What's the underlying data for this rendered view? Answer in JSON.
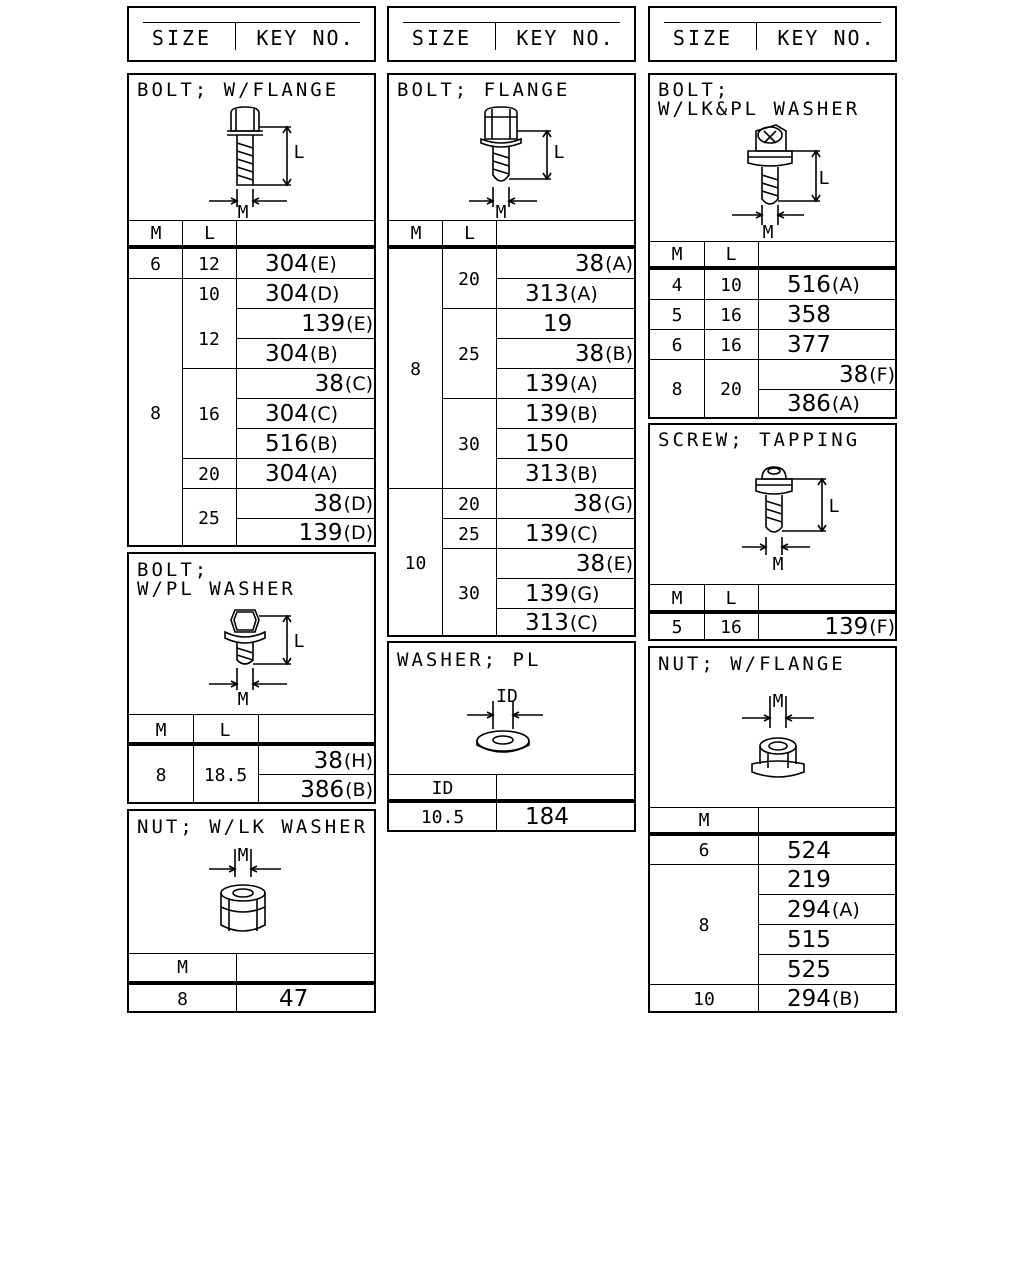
{
  "header": {
    "size_label": "SIZE",
    "key_label": "KEY NO."
  },
  "columns": {
    "m": "M",
    "l": "L",
    "id": "ID"
  },
  "figure_labels": {
    "l": "L",
    "m": "M",
    "id": "ID"
  },
  "parts": {
    "bolt_w_flange": {
      "title": "BOLT; W/FLANGE",
      "rows": [
        {
          "m": "6",
          "l": "12",
          "key": "304",
          "sfx": "(E)"
        },
        {
          "m": "8",
          "l": "10",
          "key": "304",
          "sfx": "(D)"
        },
        {
          "m": "8",
          "l": "12",
          "key": "139",
          "sfx": "(E)"
        },
        {
          "m": "8",
          "l": "12",
          "key": "304",
          "sfx": "(B)"
        },
        {
          "m": "8",
          "l": "16",
          "key": "38",
          "sfx": "(C)"
        },
        {
          "m": "8",
          "l": "16",
          "key": "304",
          "sfx": "(C)"
        },
        {
          "m": "8",
          "l": "16",
          "key": "516",
          "sfx": "(B)"
        },
        {
          "m": "8",
          "l": "20",
          "key": "304",
          "sfx": "(A)"
        },
        {
          "m": "8",
          "l": "25",
          "key": "38",
          "sfx": "(D)"
        },
        {
          "m": "8",
          "l": "25",
          "key": "139",
          "sfx": "(D)"
        }
      ]
    },
    "bolt_w_pl_washer": {
      "title": "BOLT;\nW/PL WASHER",
      "rows": [
        {
          "m": "8",
          "l": "18.5",
          "key": "38",
          "sfx": "(H)"
        },
        {
          "m": "8",
          "l": "18.5",
          "key": "386",
          "sfx": "(B)"
        }
      ]
    },
    "nut_w_lk_washer": {
      "title": "NUT; W/LK WASHER",
      "rows": [
        {
          "m": "8",
          "key": "47",
          "sfx": ""
        }
      ]
    },
    "bolt_flange": {
      "title": "BOLT; FLANGE",
      "rows": [
        {
          "m": "8",
          "l": "20",
          "key": "38",
          "sfx": "(A)"
        },
        {
          "m": "8",
          "l": "20",
          "key": "313",
          "sfx": "(A)"
        },
        {
          "m": "8",
          "l": "25",
          "key": "19",
          "sfx": ""
        },
        {
          "m": "8",
          "l": "25",
          "key": "38",
          "sfx": "(B)"
        },
        {
          "m": "8",
          "l": "25",
          "key": "139",
          "sfx": "(A)"
        },
        {
          "m": "8",
          "l": "30",
          "key": "139",
          "sfx": "(B)"
        },
        {
          "m": "8",
          "l": "30",
          "key": "150",
          "sfx": ""
        },
        {
          "m": "8",
          "l": "30",
          "key": "313",
          "sfx": "(B)"
        },
        {
          "m": "10",
          "l": "20",
          "key": "38",
          "sfx": "(G)"
        },
        {
          "m": "10",
          "l": "25",
          "key": "139",
          "sfx": "(C)"
        },
        {
          "m": "10",
          "l": "30",
          "key": "38",
          "sfx": "(E)"
        },
        {
          "m": "10",
          "l": "30",
          "key": "139",
          "sfx": "(G)"
        },
        {
          "m": "10",
          "l": "30",
          "key": "313",
          "sfx": "(C)"
        }
      ]
    },
    "washer_pl": {
      "title": "WASHER; PL",
      "rows": [
        {
          "id": "10.5",
          "key": "184",
          "sfx": ""
        }
      ]
    },
    "bolt_w_lk_pl_washer": {
      "title": "BOLT;\nW/LK&PL WASHER",
      "rows": [
        {
          "m": "4",
          "l": "10",
          "key": "516",
          "sfx": "(A)"
        },
        {
          "m": "5",
          "l": "16",
          "key": "358",
          "sfx": ""
        },
        {
          "m": "6",
          "l": "16",
          "key": "377",
          "sfx": ""
        },
        {
          "m": "8",
          "l": "20",
          "key": "38",
          "sfx": "(F)"
        },
        {
          "m": "8",
          "l": "20",
          "key": "386",
          "sfx": "(A)"
        }
      ]
    },
    "screw_tapping": {
      "title": "SCREW; TAPPING",
      "rows": [
        {
          "m": "5",
          "l": "16",
          "key": "139",
          "sfx": "(F)"
        }
      ]
    },
    "nut_w_flange": {
      "title": "NUT; W/FLANGE",
      "rows": [
        {
          "m": "6",
          "key": "524",
          "sfx": ""
        },
        {
          "m": "8",
          "key": "219",
          "sfx": ""
        },
        {
          "m": "8",
          "key": "294",
          "sfx": "(A)"
        },
        {
          "m": "8",
          "key": "515",
          "sfx": ""
        },
        {
          "m": "8",
          "key": "525",
          "sfx": ""
        },
        {
          "m": "10",
          "key": "294",
          "sfx": "(B)"
        }
      ]
    }
  }
}
